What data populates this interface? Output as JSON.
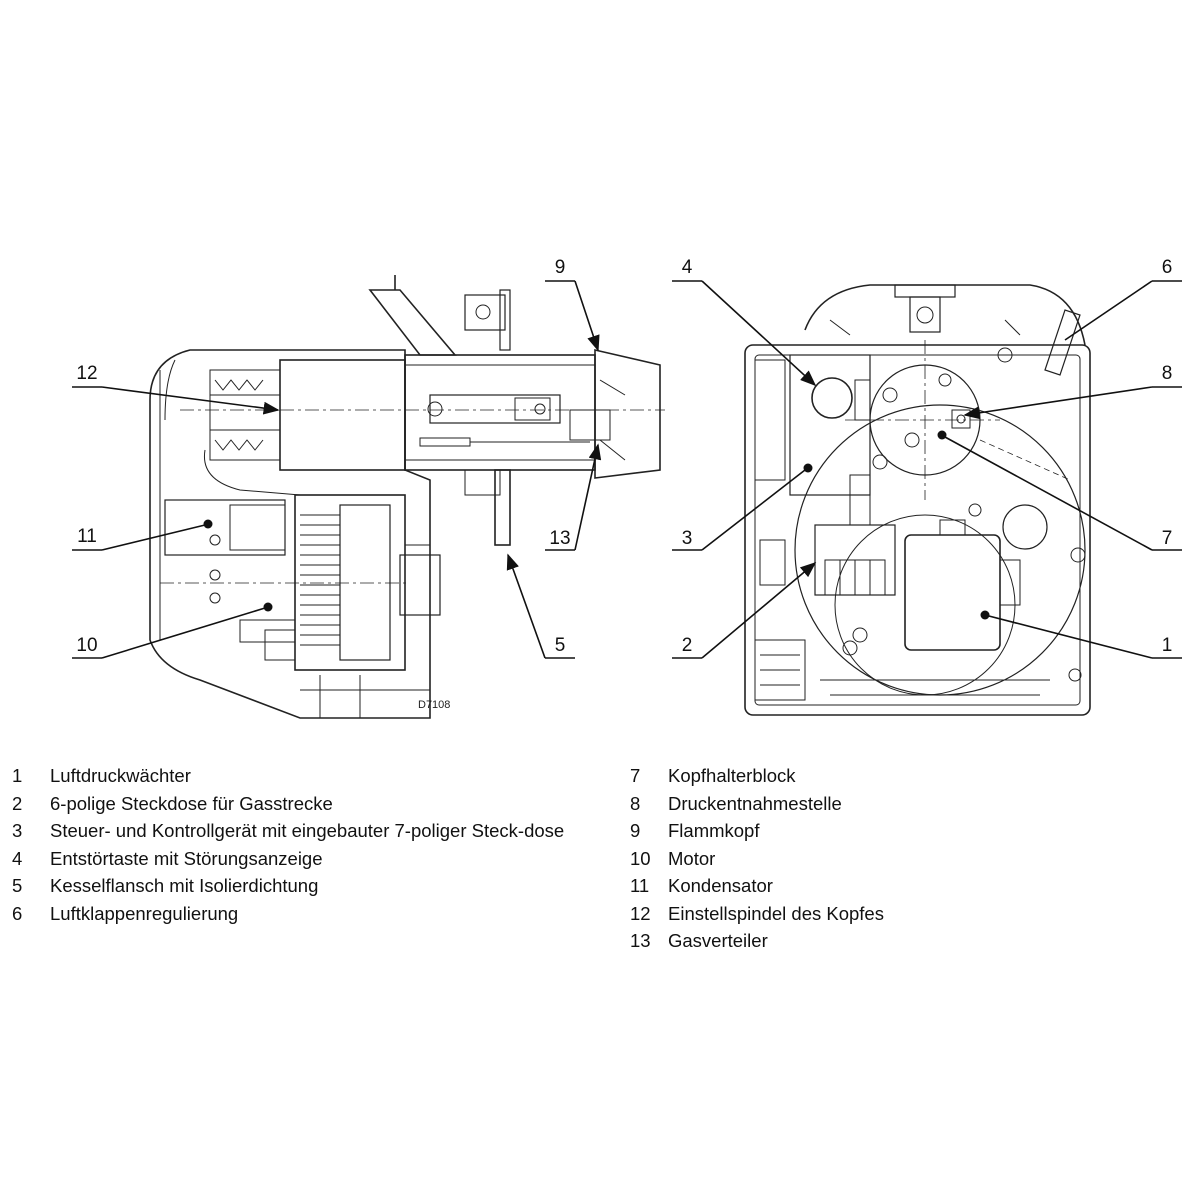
{
  "drawing_code": "D7108",
  "legend": [
    {
      "num": "1",
      "text": "Luftdruckwächter"
    },
    {
      "num": "2",
      "text": "6-polige Steckdose für Gasstrecke"
    },
    {
      "num": "3",
      "text": "Steuer- und Kontrollgerät mit eingebauter 7-poliger Steck-dose"
    },
    {
      "num": "4",
      "text": "Entstörtaste mit Störungsanzeige"
    },
    {
      "num": "5",
      "text": "Kesselflansch mit Isolierdichtung"
    },
    {
      "num": "6",
      "text": "Luftklappenregulierung"
    },
    {
      "num": "7",
      "text": "Kopfhalterblock"
    },
    {
      "num": "8",
      "text": "Druckentnahmestelle"
    },
    {
      "num": "9",
      "text": "Flammkopf"
    },
    {
      "num": "10",
      "text": "Motor"
    },
    {
      "num": "11",
      "text": "Kondensator"
    },
    {
      "num": "12",
      "text": "Einstellspindel des Kopfes"
    },
    {
      "num": "13",
      "text": "Gasverteiler"
    }
  ]
}
